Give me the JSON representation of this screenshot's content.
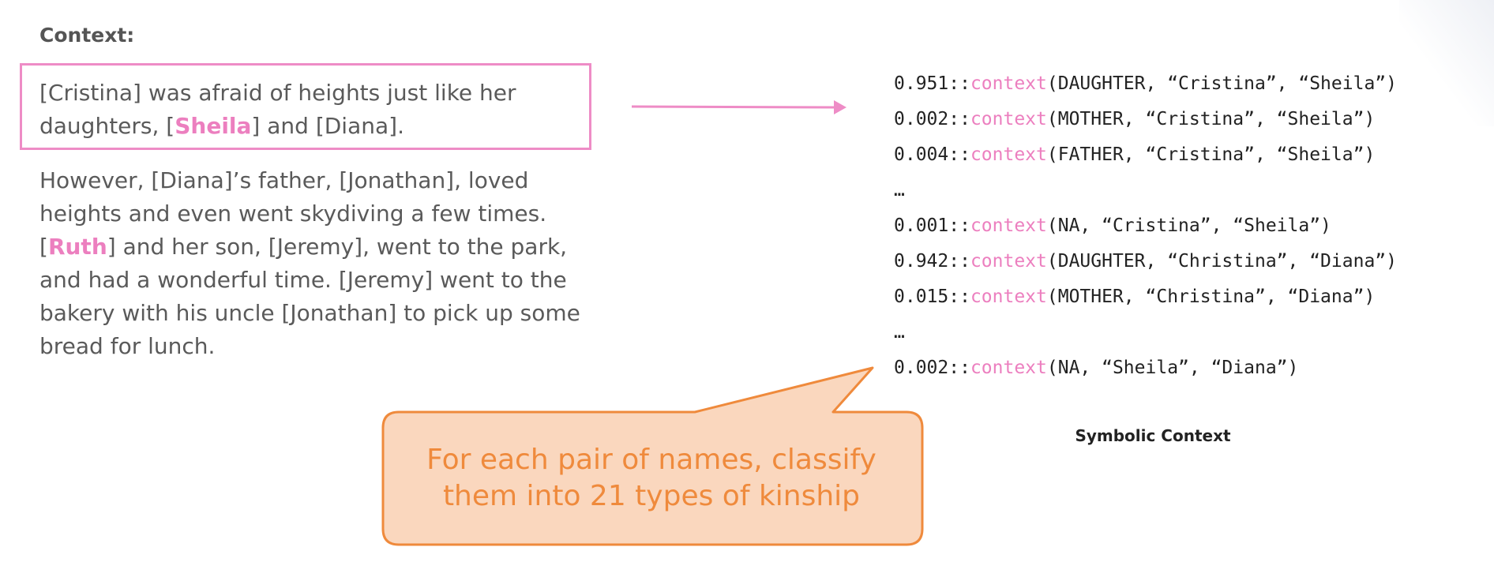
{
  "context_heading": "Context:",
  "story": {
    "s1_a": "[Cristina] was afraid of heights just like her daughters, [",
    "s1_name": "Sheila",
    "s1_b": "] and [Diana].",
    "s2_a": "However, [Diana]’s father, [Jonathan], loved heights and even went skydiving a few times. [",
    "s2_name": "Ruth",
    "s2_b": "] and her son, [Jeremy], went to the park, and had a wonderful time. [Jeremy] went to the bakery with his uncle [Jonathan] to pick up some bread for lunch."
  },
  "facts": [
    {
      "prob": "0.951::",
      "pred": "context",
      "args": "(DAUGHTER, “Cristina”, “Sheila”)"
    },
    {
      "prob": "0.002::",
      "pred": "context",
      "args": "(MOTHER, “Cristina”, “Sheila”)"
    },
    {
      "prob": "0.004::",
      "pred": "context",
      "args": "(FATHER, “Cristina”, “Sheila”)"
    },
    {
      "prob": "…",
      "pred": "",
      "args": ""
    },
    {
      "prob": "0.001::",
      "pred": "context",
      "args": "(NA, “Cristina”, “Sheila”)"
    },
    {
      "prob": "0.942::",
      "pred": "context",
      "args": "(DAUGHTER, “Christina”, “Diana”)"
    },
    {
      "prob": "0.015::",
      "pred": "context",
      "args": "(MOTHER, “Christina”, “Diana”)"
    },
    {
      "prob": "…",
      "pred": "",
      "args": ""
    },
    {
      "prob": "0.002::",
      "pred": "context",
      "args": "(NA, “Sheila”, “Diana”)"
    }
  ],
  "facts_caption": "Symbolic Context",
  "callout": {
    "line1": "For each pair of names, classify",
    "line2": "them into 21 types of kinship"
  },
  "colors": {
    "accent_pink": "#ec7fbf",
    "callout_fill": "#fad7be",
    "callout_stroke": "#ef8a3c"
  }
}
